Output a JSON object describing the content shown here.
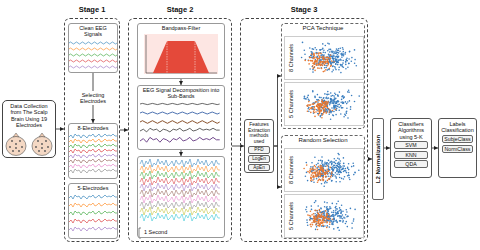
{
  "diagram": {
    "nodes": [
      {
        "text": [
          "Data Collection from The Scalp Brain Using 19 Electrodes"
        ]
      },
      {
        "text": [
          "Stage 1"
        ]
      },
      {
        "text": [
          "Clean EEG Signals"
        ],
        "in": 1
      },
      {
        "text": [
          "8-Electrodes"
        ],
        "in": 1
      },
      {
        "text": [
          "5-Electrodes"
        ],
        "in": 1
      },
      {
        "text": [
          "Stage 2"
        ]
      },
      {
        "text": [
          "Bandpass-Filter"
        ],
        "in": 5
      },
      {
        "text": [
          "EEG Signal Decomposition into Sub-Bands"
        ],
        "in": 5
      },
      {
        "text": [
          "1 Second"
        ],
        "in": 5
      },
      {
        "text": [
          "Stage 3"
        ]
      },
      {
        "text": [
          "Features Extraction methods used",
          "PFD",
          "LogEn",
          "ApEn"
        ],
        "in": 9
      },
      {
        "text": [
          "PCA Technique"
        ],
        "in": 9
      },
      {
        "text": [
          "8 Channels"
        ],
        "in": 11
      },
      {
        "text": [
          "5 Channels"
        ],
        "in": 11
      },
      {
        "text": [
          "Random Selection"
        ],
        "in": 9
      },
      {
        "text": [
          "8 Channels"
        ],
        "in": 14
      },
      {
        "text": [
          "5 Channels"
        ],
        "in": 14
      },
      {
        "text": [
          "L2 Normalization"
        ]
      },
      {
        "text": [
          "Classifiers Algorithms using 5-K",
          "SVM",
          "KNN",
          "QDA"
        ]
      },
      {
        "text": [
          "Labels Classification",
          "SubjeClass",
          "NormClass"
        ]
      }
    ],
    "edges": [
      {
        "from": 0,
        "to": 1,
        "arrow": "to"
      },
      {
        "from": 2,
        "to": 3,
        "label": "Selecting Electrodes",
        "arrow": "to"
      },
      {
        "from": 1,
        "to": 5,
        "arrow": "to"
      },
      {
        "from": 6,
        "to": 7,
        "arrow": "to"
      },
      {
        "from": 7,
        "to": 8,
        "arrow": "to"
      },
      {
        "from": 5,
        "to": 10,
        "arrow": "to"
      },
      {
        "from": 10,
        "to": 11,
        "arrow": "to"
      },
      {
        "from": 10,
        "to": 14,
        "arrow": "to"
      },
      {
        "from": 9,
        "to": 17,
        "arrow": "to"
      },
      {
        "from": 17,
        "to": 18,
        "arrow": "to"
      },
      {
        "from": 18,
        "to": 19,
        "arrow": "to"
      }
    ]
  }
}
